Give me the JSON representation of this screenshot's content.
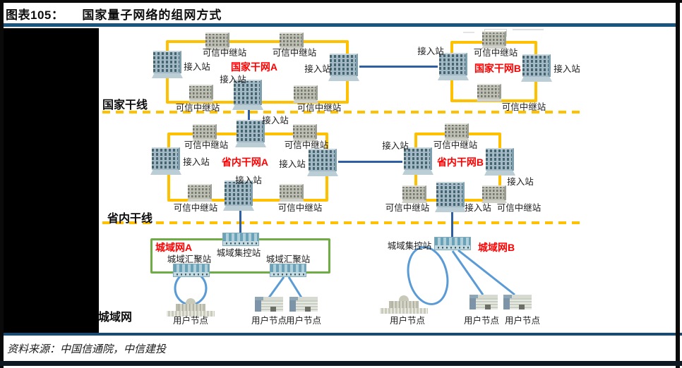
{
  "figure": {
    "tag": "图表105：",
    "title": "国家量子网络的组网方式",
    "source": "资料来源：中国信通院，中信建投"
  },
  "tiers": {
    "national": "国家干线",
    "provincial": "省内干线",
    "metro": "城域网"
  },
  "networks": {
    "national_a": "国家干网A",
    "national_b": "国家干网B",
    "provincial_a": "省内干网A",
    "provincial_b": "省内干网B",
    "metro_a": "城域网A",
    "metro_b": "城域网B"
  },
  "node_labels": {
    "relay": "可信中继站",
    "access": "接入站",
    "metro_control": "城域集控站",
    "metro_agg": "城域汇聚站",
    "user": "用户节点"
  },
  "colors": {
    "ring": "#FFC000",
    "tier_divider": "#FFC000",
    "trunk_link": "#2E5FA3",
    "metro_link": "#5B9BD5",
    "metro_box_border": "#6FAC46",
    "network_label": "#FF0000",
    "header_rule": "#1A5580",
    "footer_rule": "#1B4A70"
  }
}
